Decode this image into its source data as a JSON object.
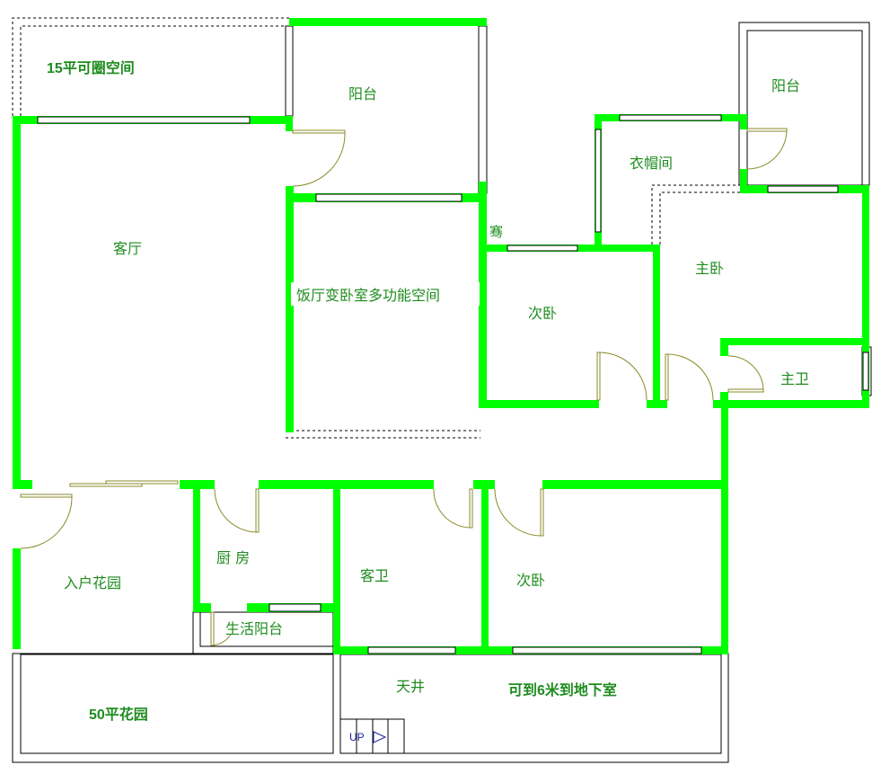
{
  "rooms": {
    "enclosable_space": "15平可圈空间",
    "balcony_top": "阳台",
    "living_room": "客厅",
    "dining_multi": "饭厅变卧室多功能空间",
    "small_mark": "骞",
    "bedroom_upper": "次卧",
    "cloakroom": "衣帽间",
    "balcony_right": "阳台",
    "master_bedroom": "主卧",
    "master_bath": "主卫",
    "kitchen": "厨 房",
    "entry_garden": "入户花园",
    "guest_bath": "客卫",
    "bedroom_lower": "次卧",
    "service_balcony": "生活阳台",
    "garden_50": "50平花园",
    "light_well": "天井",
    "basement_note": "可到6米到地下室"
  },
  "stairs": {
    "label": "UP"
  },
  "colors": {
    "wall": "#00ff00",
    "text": "#1e8c1e",
    "door": "#8a8a2a"
  }
}
